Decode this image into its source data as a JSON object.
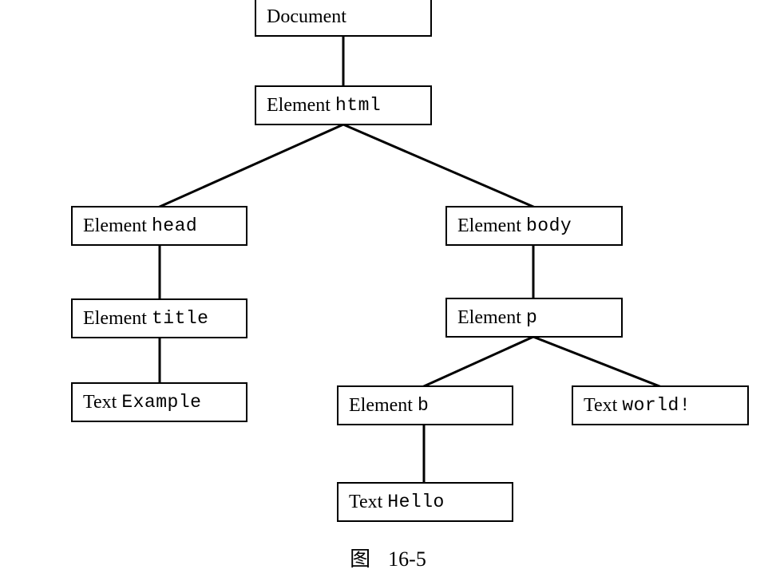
{
  "nodes": {
    "document": {
      "kind": "Document",
      "tag": ""
    },
    "html": {
      "kind": "Element",
      "tag": "html"
    },
    "head": {
      "kind": "Element",
      "tag": "head"
    },
    "body": {
      "kind": "Element",
      "tag": "body"
    },
    "title": {
      "kind": "Element",
      "tag": "title"
    },
    "p": {
      "kind": "Element",
      "tag": "p"
    },
    "text_example": {
      "kind": "Text",
      "tag": "Example"
    },
    "b": {
      "kind": "Element",
      "tag": "b"
    },
    "text_world": {
      "kind": "Text",
      "tag": "world!"
    },
    "text_hello": {
      "kind": "Text",
      "tag": "Hello"
    }
  },
  "caption": {
    "label": "图",
    "number": "16-5"
  }
}
